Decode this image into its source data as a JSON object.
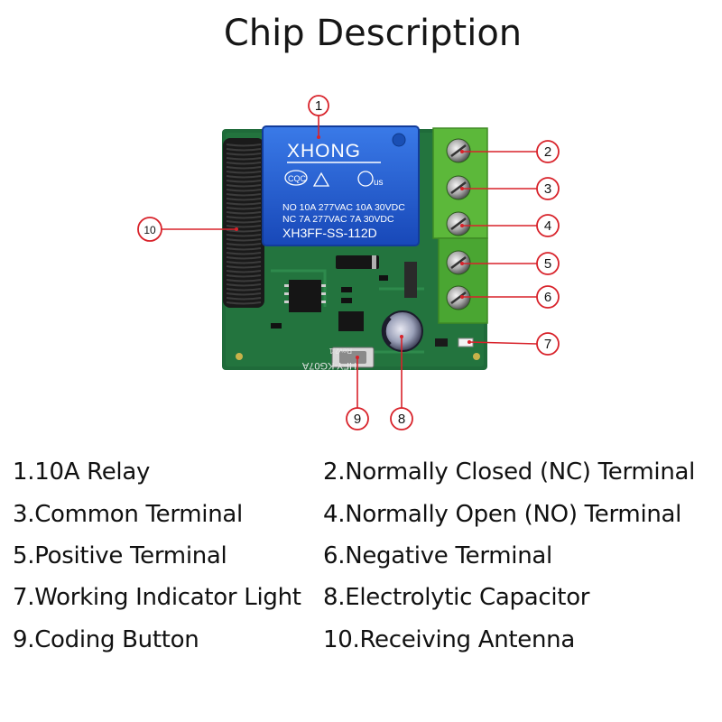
{
  "title": "Chip Description",
  "board": {
    "relay_brand": "XHONG",
    "relay_cert_cqc": "CQC",
    "relay_cert_ul": "us",
    "relay_rating_1": "NO 10A 277VAC 10A 30VDC",
    "relay_rating_2": "NC 7A 277VAC 7A 30VDC",
    "relay_model": "XH3FF-SS-112D",
    "pcb_model": "HFY-KG07A",
    "pcb_version": "Rev2.1"
  },
  "callouts": [
    "1",
    "2",
    "3",
    "4",
    "5",
    "6",
    "7",
    "8",
    "9",
    "10"
  ],
  "legend": [
    "1.10A Relay",
    "2.Normally Closed (NC) Terminal",
    "3.Common Terminal",
    "4.Normally Open (NO) Terminal",
    "5.Positive Terminal",
    "6.Negative Terminal",
    "7.Working Indicator Light",
    "8.Electrolytic Capacitor",
    "9.Coding Button",
    "10.Receiving Antenna"
  ],
  "colors": {
    "callout_red": "#d8222a",
    "pcb_green": "#1f6b3a",
    "relay_blue": "#1f5bd0",
    "terminal_green": "#5cb83a"
  }
}
